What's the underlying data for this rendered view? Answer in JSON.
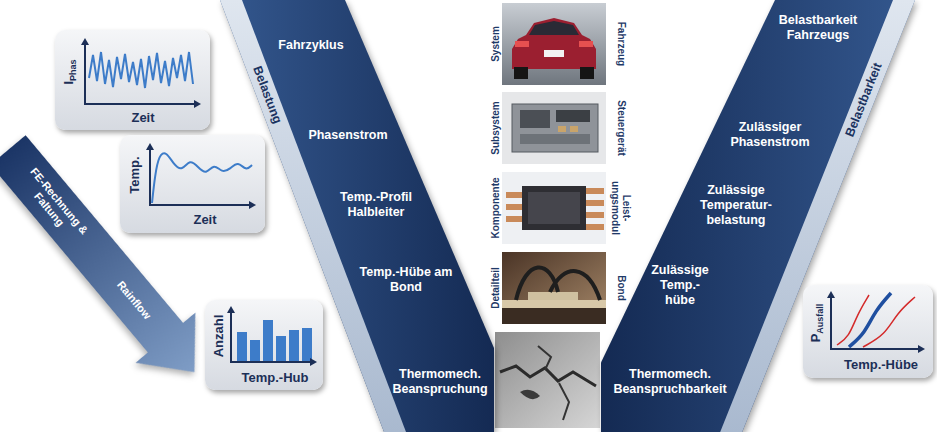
{
  "diagram": {
    "nodes": [
      {
        "text": [
          "Belastung",
          "Fahrzyklus",
          "Phasenstrom",
          "Temp.-Profil Halbleiter",
          "Temp.-Hübe am Bond",
          "Thermomech. Beanspruchung"
        ]
      },
      {
        "text": [
          "Belastbarkeit",
          "Belastbarkeit Fahrzeugs",
          "Zulässiger Phasenstrom",
          "Zulässige Temperatur- belastung",
          "Zulässige Temp.- hübe",
          "Thermomech. Beanspruchbarkeit"
        ]
      },
      {
        "text": [
          "FE-Rechnung & Faltung",
          "Rainflow"
        ]
      },
      {
        "text": [
          "I",
          "Phas",
          "Zeit"
        ]
      },
      {
        "text": [
          "Temp.",
          "Zeit"
        ]
      },
      {
        "text": [
          "Anzahl",
          "Temp.-Hub"
        ]
      },
      {
        "text": [
          "P",
          "Ausfall",
          "Temp.-Hübe"
        ]
      },
      {
        "text": [
          "System",
          "Fahrzeug"
        ]
      },
      {
        "text": [
          "Subsystem",
          "Steuergerät"
        ]
      },
      {
        "text": [
          "Komponente",
          "Leist- ungsmodul"
        ]
      },
      {
        "text": [
          "Detailteil",
          "Bond"
        ]
      }
    ]
  }
}
